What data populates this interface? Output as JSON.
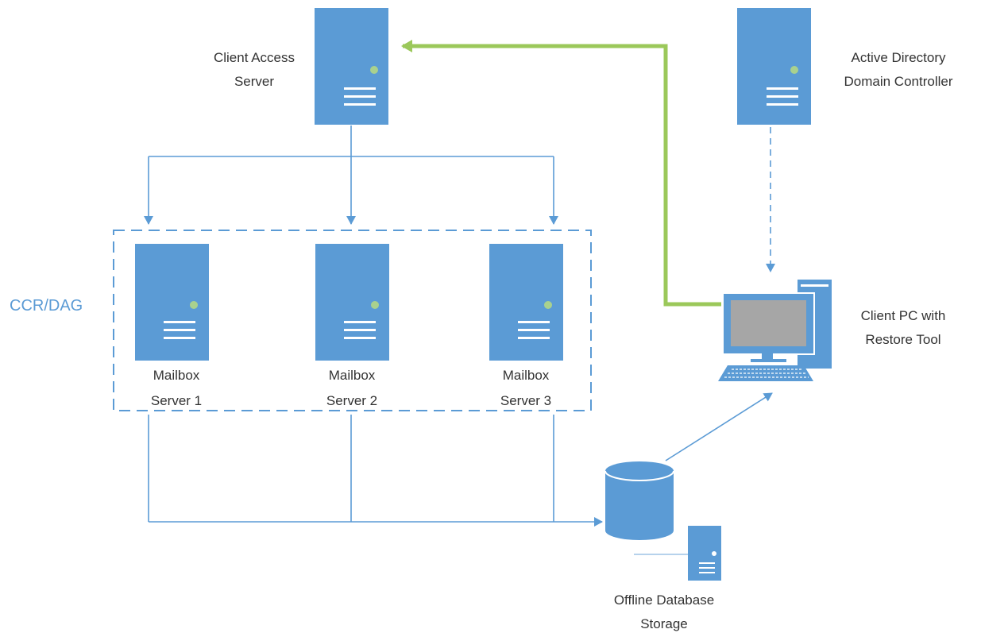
{
  "colors": {
    "server": "#5b9bd5",
    "connector": "#5b9bd5",
    "highlight": "#9bc85a",
    "led": "#a9d18e",
    "group_label": "#5b9bd5",
    "label_text": "#333333",
    "screen": "#a6a6a6"
  },
  "nodes": {
    "client_access_server": {
      "line1": "Client Access",
      "line2": "Server",
      "icon": "server-tower-icon"
    },
    "active_directory": {
      "line1": "Active Directory",
      "line2": "Domain Controller",
      "icon": "server-tower-icon"
    },
    "mailbox_1": {
      "line1": "Mailbox",
      "line2": "Server 1",
      "icon": "server-tower-icon"
    },
    "mailbox_2": {
      "line1": "Mailbox",
      "line2": "Server 2",
      "icon": "server-tower-icon"
    },
    "mailbox_3": {
      "line1": "Mailbox",
      "line2": "Server 3",
      "icon": "server-tower-icon"
    },
    "client_pc": {
      "line1": "Client PC with",
      "line2": "Restore Tool",
      "icon": "desktop-pc-icon"
    },
    "offline_storage": {
      "line1": "Offline Database",
      "line2": "Storage",
      "icon": "database-cylinder-icon"
    }
  },
  "group": {
    "label": "CCR/DAG"
  },
  "connections": [
    {
      "from": "client_pc",
      "to": "client_access_server",
      "style": "highlight"
    },
    {
      "from": "active_directory",
      "to": "client_pc",
      "style": "dashed"
    },
    {
      "from": "client_access_server",
      "to": "mailbox_1",
      "style": "solid"
    },
    {
      "from": "client_access_server",
      "to": "mailbox_2",
      "style": "solid"
    },
    {
      "from": "client_access_server",
      "to": "mailbox_3",
      "style": "solid"
    },
    {
      "from": "mailbox_servers",
      "to": "offline_storage",
      "style": "solid"
    },
    {
      "from": "offline_storage",
      "to": "client_pc",
      "style": "solid"
    }
  ]
}
